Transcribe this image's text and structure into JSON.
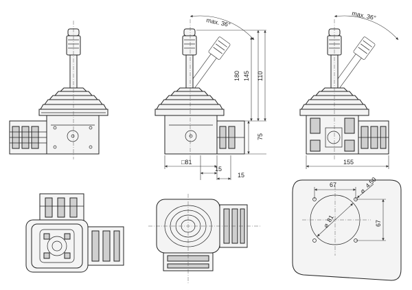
{
  "dimensions": {
    "angle_view2": "max. 36°",
    "angle_view3": "max. 36°",
    "height_180": "180",
    "height_145": "145",
    "height_110": "110",
    "height_75": "75",
    "square_81": "□81",
    "offset_15a": "15",
    "offset_15b": "15",
    "width_155": "155",
    "hole_67_h": "67",
    "hole_67_v": "67",
    "hole_dia_450": "4.50",
    "hole_dia_81": "81"
  }
}
